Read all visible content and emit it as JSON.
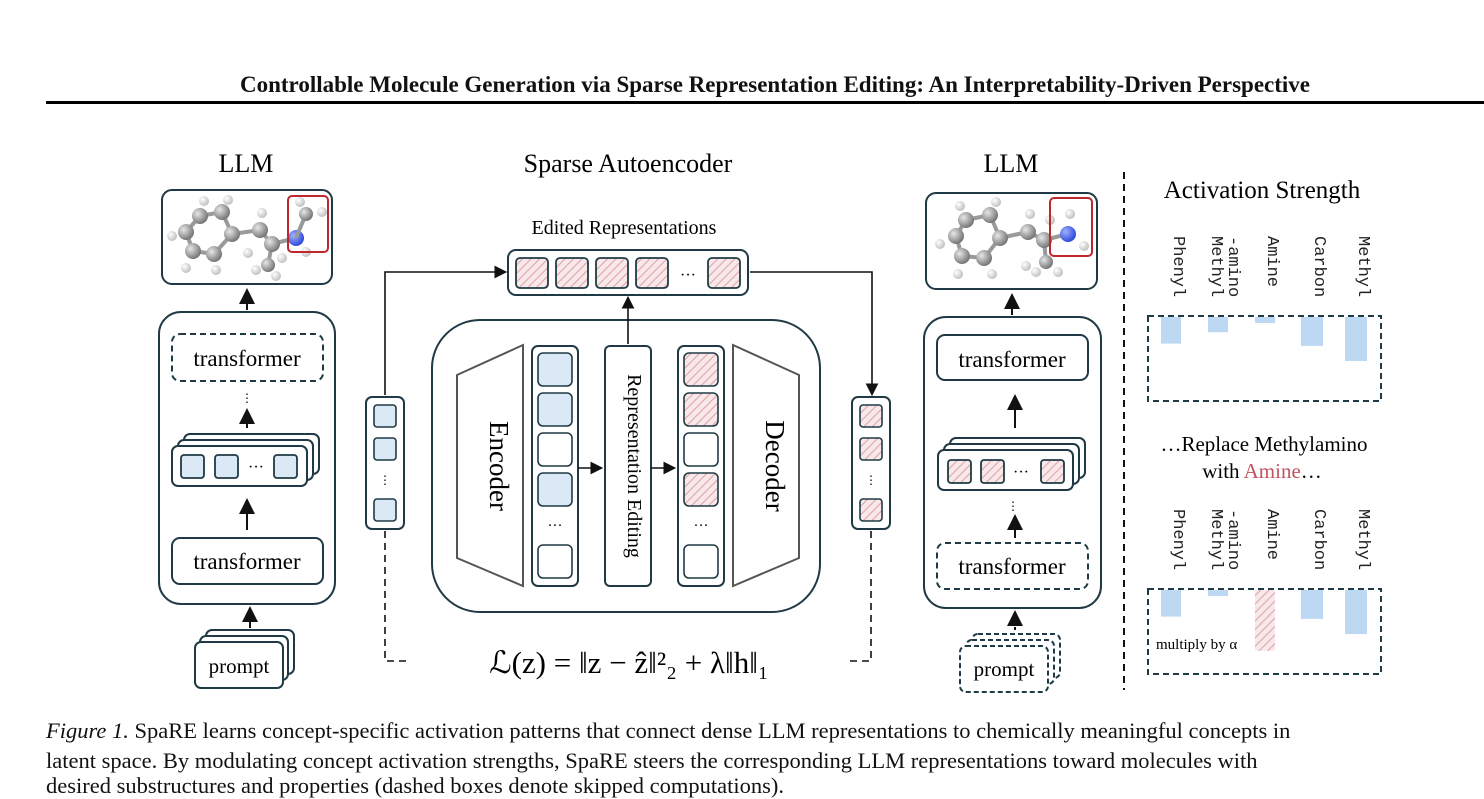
{
  "header": {
    "title": "Controllable Molecule Generation via Sparse Representation Editing: An Interpretability-Driven Perspective"
  },
  "left_llm": {
    "title": "LLM",
    "top_block": "transformer",
    "bottom_block": "transformer",
    "input": "prompt",
    "ellipsis": "···"
  },
  "sae": {
    "title": "Sparse Autoencoder",
    "edited_label": "Edited Representations",
    "encoder": "Encoder",
    "decoder": "Decoder",
    "editing": "Representation Editing",
    "ellipsis": "···"
  },
  "loss": {
    "formula": "ℒ(z) = ‖z − ẑ‖²₂ + λ‖h‖₁"
  },
  "right_llm": {
    "title": "LLM",
    "top_block": "transformer",
    "bottom_block": "transformer",
    "input": "prompt",
    "ellipsis": "···"
  },
  "activation": {
    "title": "Activation Strength",
    "concepts": [
      "Phenyl",
      "Methyl\n-amino",
      "Amine",
      "Carbon",
      "Methyl"
    ],
    "concepts_line1": [
      "Phenyl",
      "Methyl",
      "Amine",
      "Carbon",
      "Methyl"
    ],
    "concepts_line2": [
      "",
      "-amino",
      "",
      "",
      ""
    ],
    "before_values": [
      0.35,
      0.2,
      0.08,
      0.38,
      0.58
    ],
    "after_values": [
      0.35,
      0.08,
      0.8,
      0.38,
      0.58
    ],
    "replace_text_1": "…Replace Methylamino",
    "replace_text_2a": "with ",
    "replace_text_2b": "Amine",
    "replace_text_2c": "…",
    "multiply_text": "multiply by α",
    "bar_color": "#bcd8f2",
    "edit_color": "#e6a0a8"
  },
  "caption": {
    "fig_label": "Figure 1.",
    "line1": " SpaRE learns concept-specific activation patterns that connect dense LLM representations to chemically meaningful concepts in",
    "line2": "latent space. By modulating concept activation strengths, SpaRE steers the corresponding LLM representations toward molecules with",
    "line3": "desired substructures and properties (dashed boxes denote skipped computations)."
  },
  "colors": {
    "box_stroke": "#1f3a44",
    "cell_fill": "#dbe9f6",
    "hatch": "#e2a4ab",
    "atom_gray": "#8c8c8c",
    "atom_blue": "#3a5be6",
    "highlight": "#c0272d"
  }
}
